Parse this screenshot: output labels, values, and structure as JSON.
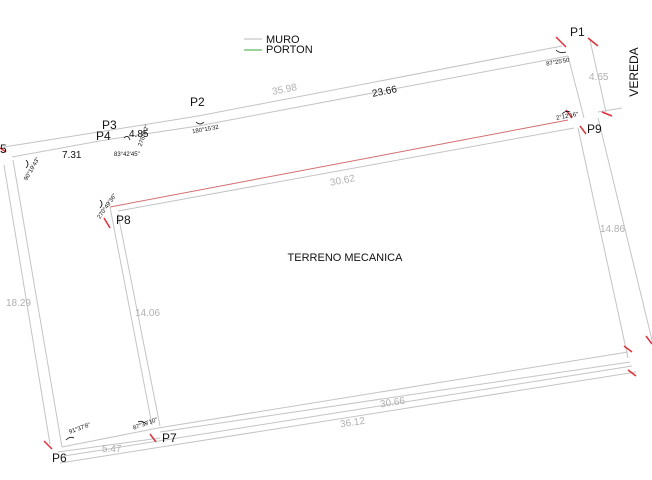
{
  "legend": {
    "muro": {
      "label": "MURO",
      "color": "#b8b8b8"
    },
    "porton": {
      "label": "PORTON",
      "color": "#3aa63a"
    }
  },
  "colors": {
    "outline": "#c4c4c4",
    "dim": "#b0b0b0",
    "tick": "#e0303a",
    "inner_edge": "#d26e6e",
    "text": "#111111"
  },
  "title": "TERRENO MECANICA",
  "street": "VEREDA",
  "points": {
    "p1": "P1",
    "p2": "P2",
    "p3": "P3",
    "p4": "P4",
    "p5": "5",
    "p6": "P6",
    "p7": "P7",
    "p8": "P8",
    "p9": "P9"
  },
  "dimensions": {
    "d_35_98": "35.98",
    "d_23_66": "23.66",
    "d_4_85": "4.85",
    "d_7_31": "7.31",
    "d_4_65": "4.65",
    "d_30_62": "30.62",
    "d_14_86": "14.86",
    "d_14_06": "14.06",
    "d_18_29": "18.29",
    "d_30_66": "30.66",
    "d_36_12": "36.12",
    "d_5_47": "5.47"
  },
  "angles": {
    "a_p1": "87°25'50",
    "a_p9": "2°12'16\"",
    "a_p2": "180°15'32",
    "a_p3": "276°6'2\"",
    "a_p4": "83°42'45\"",
    "a_p5": "90°19'43\"",
    "a_p8": "270°49'36\"",
    "a_p6": "91°37'8\"",
    "a_p7": "87°39'10\""
  }
}
